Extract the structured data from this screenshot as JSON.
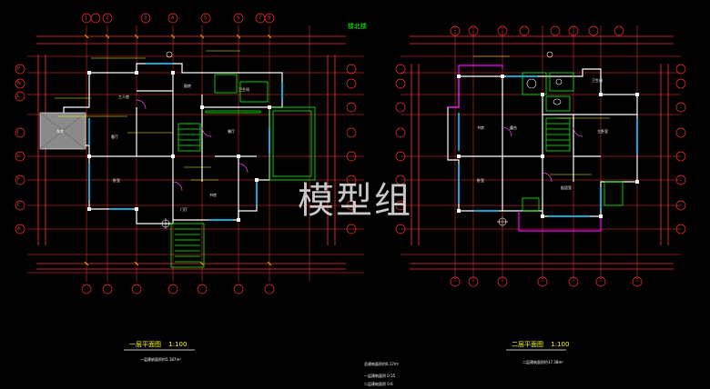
{
  "drawing": {
    "top_title": "楼北楼",
    "watermark": "模型组",
    "plan1": {
      "title": "一层平面图",
      "scale": "1:100",
      "area_note": "一层建筑面积约5.187m²",
      "rooms": [
        "客厅",
        "餐厅",
        "卧室",
        "厨房",
        "车库",
        "卫生间",
        "工人房",
        "书房",
        "门厅"
      ]
    },
    "plan2": {
      "title": "二层平面图",
      "scale": "1:100",
      "area_note": "二层建筑面积约17.38m²",
      "rooms": [
        "卧室",
        "主卧室",
        "卫生间",
        "书房",
        "起居室",
        "露台"
      ]
    },
    "notes": [
      "总建筑面积约0.17m²",
      "一层建筑面积 0.55",
      "二层建筑面积 0.6"
    ],
    "axis_letters_left": [
      "P",
      "N",
      "L",
      "J",
      "G",
      "F",
      "C",
      "A"
    ],
    "axis_numbers_top": [
      "1",
      "2",
      "3",
      "4",
      "5",
      "6",
      "7",
      "8"
    ]
  },
  "colors": {
    "background": "#000000",
    "grid": "#ff3030",
    "wall": "#ffffff",
    "fill": "#00ff00",
    "text": "#ffff00",
    "window": "#00c8ff",
    "accent": "#ff00ff"
  }
}
